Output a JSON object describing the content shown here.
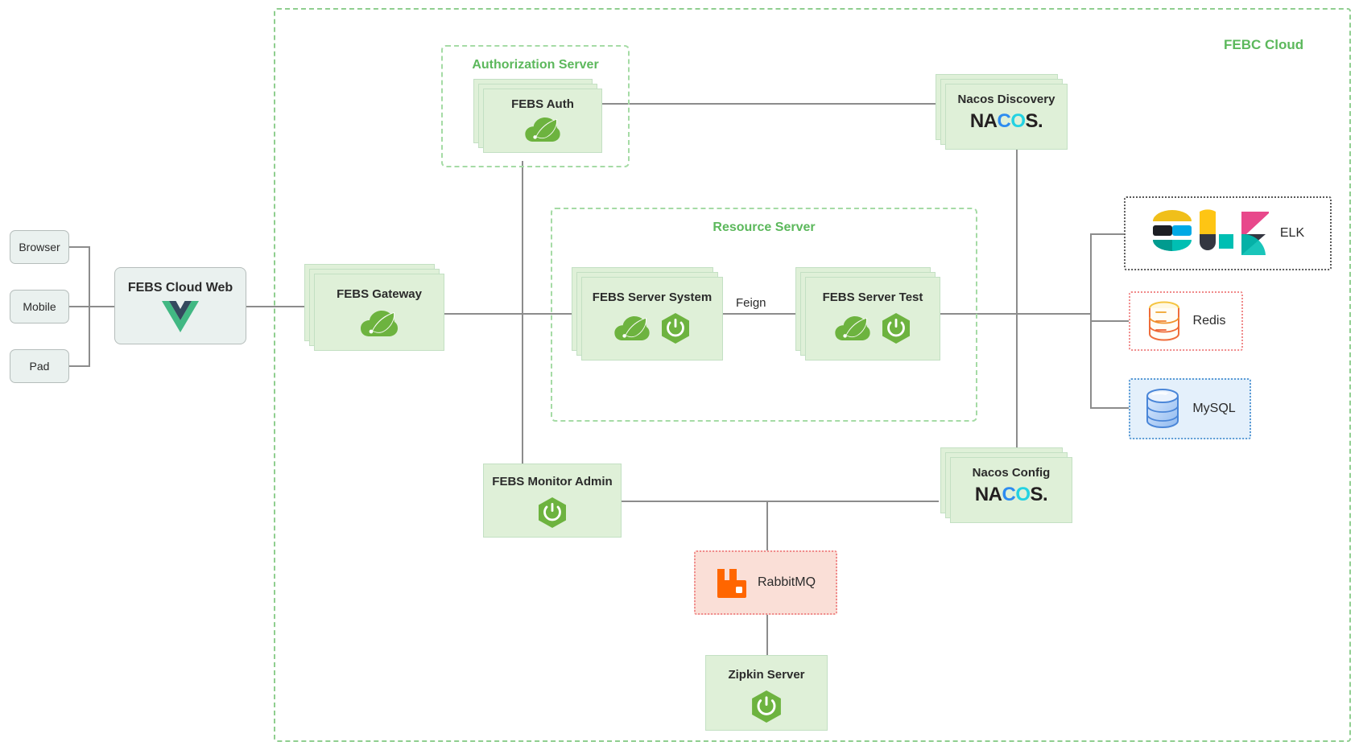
{
  "diagram": {
    "title": "FEBC Cloud",
    "cloud_label": "FEBC Cloud",
    "accent_green": "#5cb85c",
    "node_fill": "#dff0d8",
    "line_color": "#8c8c8c"
  },
  "groups": [
    {
      "id": "authorization-server",
      "title": "Authorization Server"
    },
    {
      "id": "resource-server",
      "title": "Resource Server"
    }
  ],
  "clients": [
    {
      "id": "browser",
      "label": "Browser"
    },
    {
      "id": "mobile",
      "label": "Mobile"
    },
    {
      "id": "pad",
      "label": "Pad"
    }
  ],
  "nodes": {
    "web": {
      "label": "FEBS Cloud Web",
      "icon": "vue-icon"
    },
    "gateway": {
      "label": "FEBS Gateway",
      "icons": [
        "spring-cloud-icon"
      ]
    },
    "auth": {
      "label": "FEBS Auth",
      "icons": [
        "spring-cloud-icon"
      ]
    },
    "server_system": {
      "label": "FEBS Server System",
      "icons": [
        "spring-cloud-icon",
        "spring-boot-icon"
      ]
    },
    "server_test": {
      "label": "FEBS Server Test",
      "icons": [
        "spring-cloud-icon",
        "spring-boot-icon"
      ]
    },
    "nacos_discovery": {
      "label": "Nacos Discovery",
      "icons": [
        "nacos-logo"
      ]
    },
    "nacos_config": {
      "label": "Nacos Config",
      "icons": [
        "nacos-logo"
      ]
    },
    "monitor_admin": {
      "label": "FEBS Monitor Admin",
      "icons": [
        "spring-boot-icon"
      ]
    },
    "zipkin": {
      "label": "Zipkin Server",
      "icons": [
        "spring-boot-icon"
      ]
    }
  },
  "external": {
    "elk": {
      "label": "ELK",
      "icon": "elk-logo"
    },
    "redis": {
      "label": "Redis",
      "icon": "redis-icon"
    },
    "mysql": {
      "label": "MySQL",
      "icon": "mysql-icon"
    },
    "rabbitmq": {
      "label": "RabbitMQ",
      "icon": "rabbitmq-icon"
    }
  },
  "edges": [
    {
      "id": "feign",
      "label": "Feign",
      "from": "server_system",
      "to": "server_test"
    }
  ],
  "nacos_wordmark": {
    "part1": "NA",
    "part2": "C",
    "part3": "O",
    "part4": "S",
    "dot": ".",
    "color_dark": "#231f20",
    "color_blue": "#2d8cf0",
    "color_cyan": "#23d2e2"
  }
}
